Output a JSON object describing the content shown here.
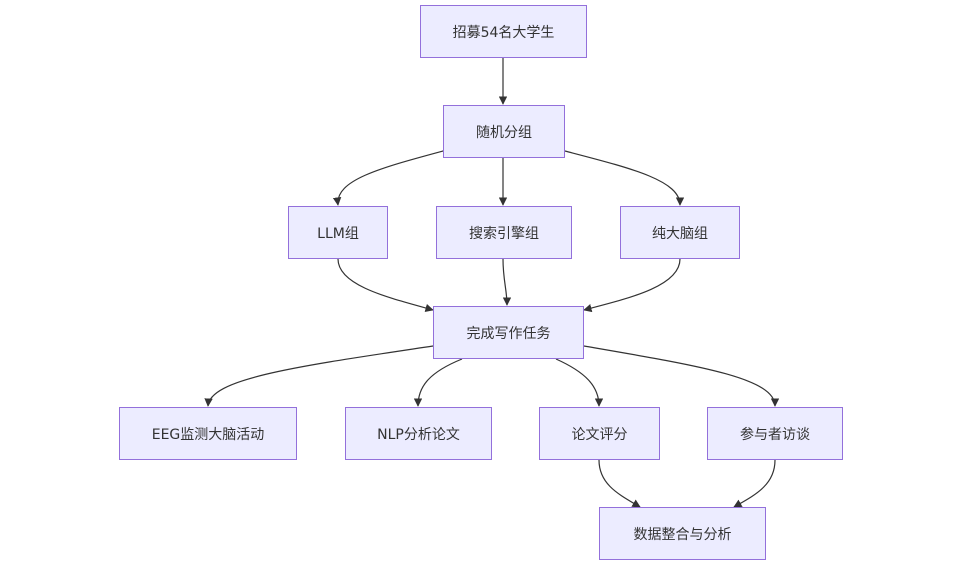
{
  "nodes": {
    "recruit": "招募54名大学生",
    "random": "随机分组",
    "llm": "LLM组",
    "search": "搜索引擎组",
    "brain": "纯大脑组",
    "task": "完成写作任务",
    "eeg": "EEG监测大脑活动",
    "nlp": "NLP分析论文",
    "score": "论文评分",
    "interview": "参与者访谈",
    "integrate": "数据整合与分析"
  },
  "edges": [
    [
      "recruit",
      "random"
    ],
    [
      "random",
      "llm"
    ],
    [
      "random",
      "search"
    ],
    [
      "random",
      "brain"
    ],
    [
      "llm",
      "task"
    ],
    [
      "search",
      "task"
    ],
    [
      "brain",
      "task"
    ],
    [
      "task",
      "eeg"
    ],
    [
      "task",
      "nlp"
    ],
    [
      "task",
      "score"
    ],
    [
      "task",
      "interview"
    ],
    [
      "score",
      "integrate"
    ],
    [
      "interview",
      "integrate"
    ]
  ],
  "colors": {
    "node_fill": "#ECECFF",
    "node_border": "#9370DB",
    "edge": "#333333",
    "text": "#333333"
  }
}
